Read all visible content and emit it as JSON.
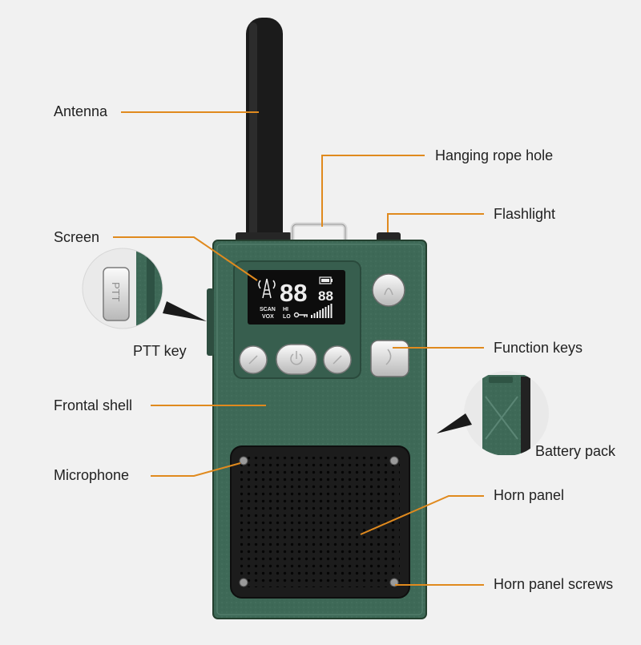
{
  "labels": {
    "antenna": "Antenna",
    "hanging_rope_hole": "Hanging rope hole",
    "flashlight": "Flashlight",
    "screen": "Screen",
    "ptt_key": "PTT key",
    "function_keys": "Function keys",
    "frontal_shell": "Frontal shell",
    "battery_pack": "Battery pack",
    "microphone": "Microphone",
    "horn_panel": "Horn panel",
    "horn_panel_screws": "Horn panel screws"
  },
  "screen_display": {
    "channel": "88",
    "sub_value": "88",
    "scan": "SCAN",
    "vox": "VOX",
    "hi": "HI",
    "lo": "LO"
  },
  "ptt_inset_text": "PTT",
  "colors": {
    "background": "#f1f1f1",
    "leader_line": "#e08a1e",
    "body_green": "#3f6a58",
    "speaker_black": "#1c1c1c",
    "text": "#222222"
  }
}
